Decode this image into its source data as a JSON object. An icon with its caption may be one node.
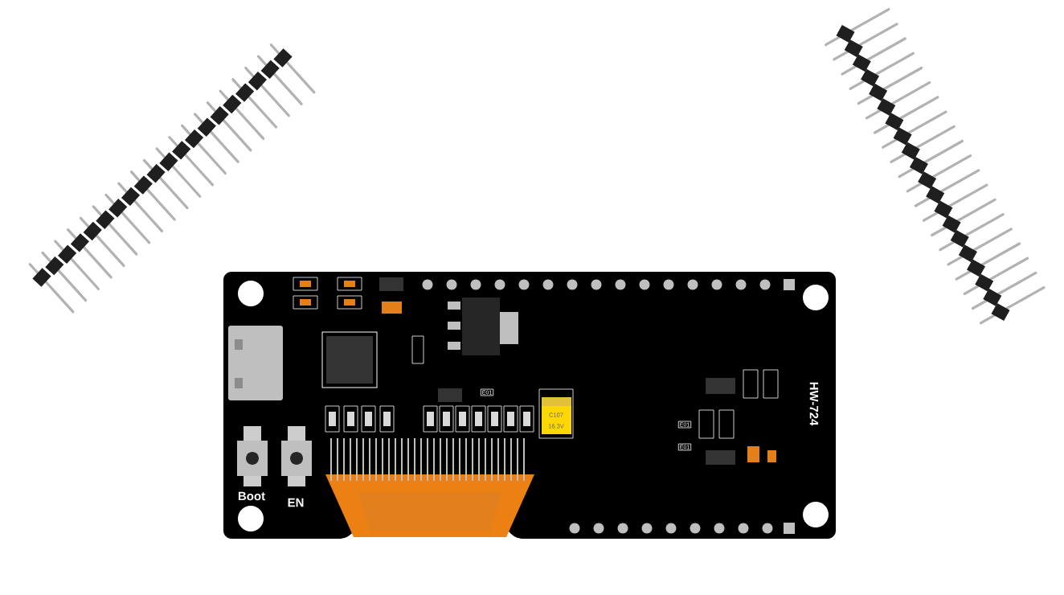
{
  "diagram": {
    "labels": [
      "HW-724",
      "E01",
      "C107",
      "16.3V",
      "E01",
      "E01",
      "Boot",
      "EN"
    ]
  }
}
